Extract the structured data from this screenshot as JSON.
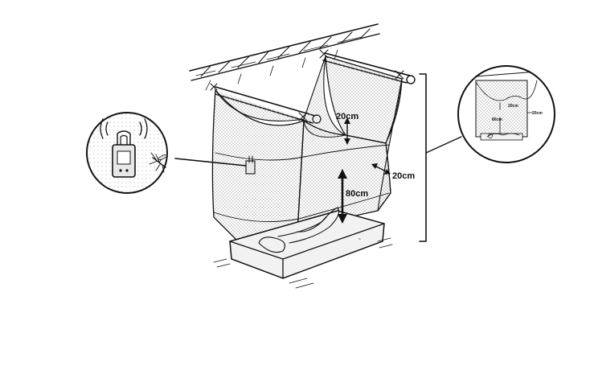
{
  "labels": {
    "top_gap": "20cm",
    "side_gap": "20cm",
    "height": "80cm"
  },
  "inset_labels": {
    "top_gap": "20cm",
    "side_gap": "20cm",
    "height": "80cm"
  },
  "icons": {
    "sensor": "data-logger-icon",
    "mosquito": "mosquito-icon"
  },
  "colors": {
    "ink": "#111111",
    "net": "#555555",
    "sensor_body": "#e8e8e8"
  }
}
